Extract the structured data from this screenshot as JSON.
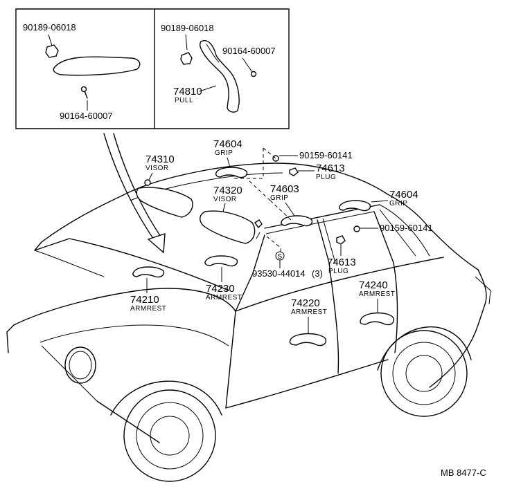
{
  "inset_left": {
    "clip_part": "90189-06018",
    "screw_part": "90164-60007"
  },
  "inset_right": {
    "clip_part": "90189-06018",
    "screw_part": "90164-60007",
    "pull_part": "74810",
    "pull_desc": "PULL"
  },
  "callouts": {
    "visor_1": {
      "part": "74310",
      "desc": "VISOR"
    },
    "visor_2": {
      "part": "74320",
      "desc": "VISOR"
    },
    "grip_front": {
      "part": "74604",
      "desc": "GRIP"
    },
    "grip_mid": {
      "part": "74603",
      "desc": "GRIP"
    },
    "grip_rear": {
      "part": "74604",
      "desc": "GRIP"
    },
    "screw_top": {
      "part": "90159-60141"
    },
    "screw_rear": {
      "part": "90159-60141"
    },
    "plug_top": {
      "part": "74613",
      "desc": "PLUG"
    },
    "plug_pillar": {
      "part": "74613",
      "desc": "PLUG"
    },
    "bolt": {
      "part": "93530-44014",
      "qty": "(3)",
      "symbol": "S"
    },
    "armrest_dash": {
      "part": "74210",
      "desc": "ARMREST"
    },
    "armrest_front": {
      "part": "74230",
      "desc": "ARMREST"
    },
    "armrest_door_front": {
      "part": "74220",
      "desc": "ARMREST"
    },
    "armrest_door_rear": {
      "part": "74240",
      "desc": "ARMREST"
    }
  },
  "diagram_code": "MB 8477-C"
}
